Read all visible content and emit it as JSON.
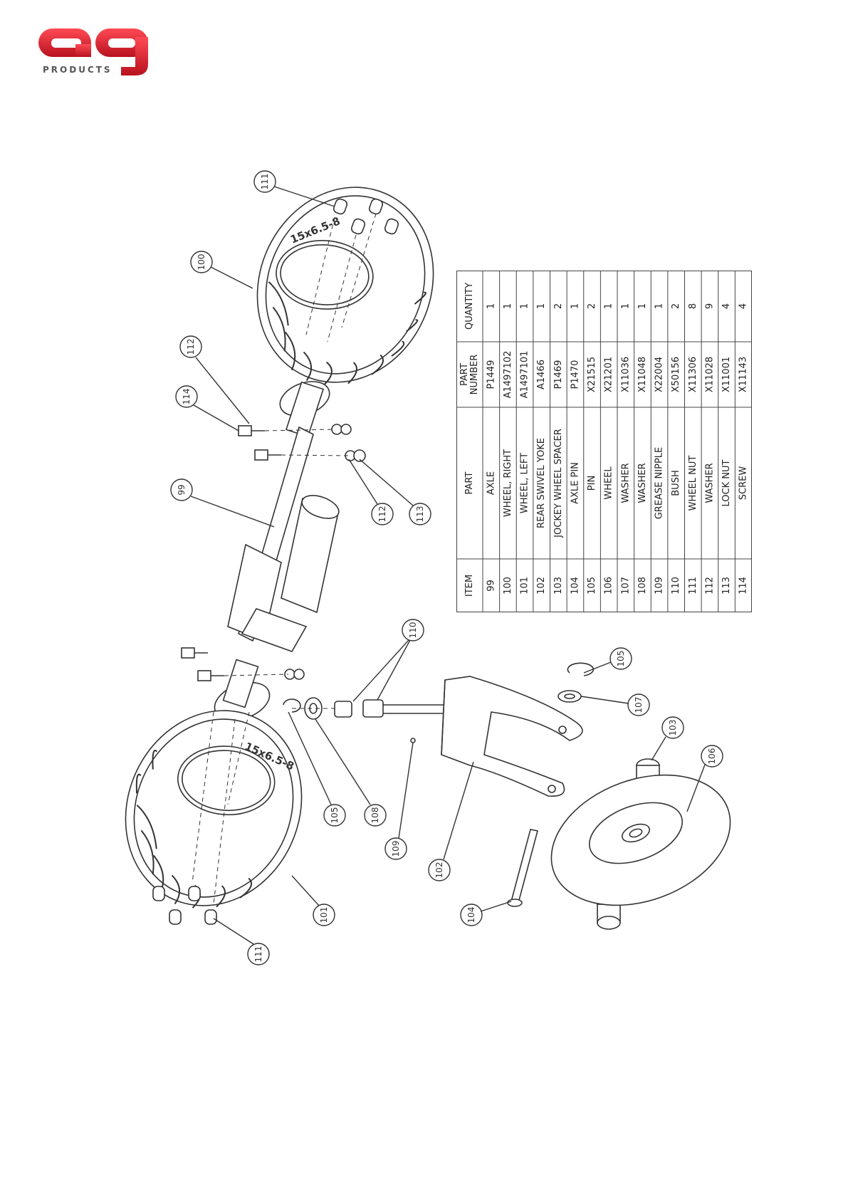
{
  "logo": {
    "mark": "ag",
    "sub": "PRODUCTS",
    "color": "#d6202f"
  },
  "table": {
    "headers": {
      "item": "ITEM",
      "part": "PART",
      "part_number_1": "PART",
      "part_number_2": "NUMBER",
      "quantity": "QUANTITY"
    },
    "rows": [
      {
        "item": "99",
        "part": "AXLE",
        "number": "P1449",
        "qty": "1"
      },
      {
        "item": "100",
        "part": "WHEEL, RIGHT",
        "number": "A1497102",
        "qty": "1"
      },
      {
        "item": "101",
        "part": "WHEEL, LEFT",
        "number": "A1497101",
        "qty": "1"
      },
      {
        "item": "102",
        "part": "REAR SWIVEL YOKE",
        "number": "A1466",
        "qty": "1"
      },
      {
        "item": "103",
        "part": "JOCKEY WHEEL SPACER",
        "number": "P1469",
        "qty": "2"
      },
      {
        "item": "104",
        "part": "AXLE PIN",
        "number": "P1470",
        "qty": "1"
      },
      {
        "item": "105",
        "part": "PIN",
        "number": "X21515",
        "qty": "2"
      },
      {
        "item": "106",
        "part": "WHEEL",
        "number": "X21201",
        "qty": "1"
      },
      {
        "item": "107",
        "part": "WASHER",
        "number": "X11036",
        "qty": "1"
      },
      {
        "item": "108",
        "part": "WASHER",
        "number": "X11048",
        "qty": "1"
      },
      {
        "item": "109",
        "part": "GREASE NIPPLE",
        "number": "X22004",
        "qty": "1"
      },
      {
        "item": "110",
        "part": "BUSH",
        "number": "X50156",
        "qty": "2"
      },
      {
        "item": "111",
        "part": "WHEEL NUT",
        "number": "X11306",
        "qty": "8"
      },
      {
        "item": "112",
        "part": "WASHER",
        "number": "X11028",
        "qty": "9"
      },
      {
        "item": "113",
        "part": "LOCK NUT",
        "number": "X11001",
        "qty": "4"
      },
      {
        "item": "114",
        "part": "SCREW",
        "number": "X11143",
        "qty": "4"
      }
    ]
  },
  "tire_marking": "15x6.5-8",
  "callouts": [
    "99",
    "100",
    "101",
    "102",
    "103",
    "104",
    "105",
    "105",
    "106",
    "107",
    "108",
    "109",
    "110",
    "111",
    "111",
    "112",
    "112",
    "113",
    "114"
  ]
}
